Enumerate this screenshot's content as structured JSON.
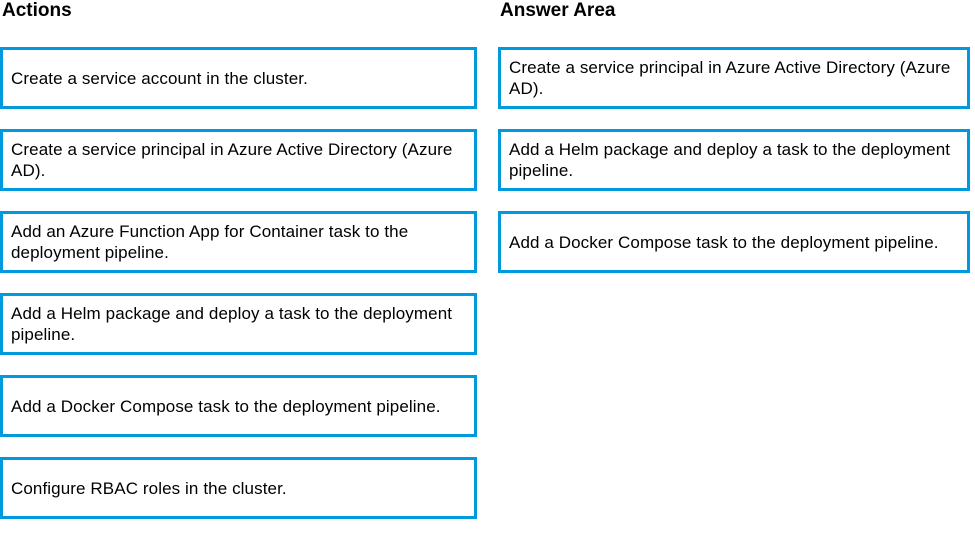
{
  "actions": {
    "heading": "Actions",
    "items": [
      "Create a service account in the cluster.",
      "Create a service principal in Azure Active Directory (Azure AD).",
      "Add an Azure Function App for Container task to the deployment pipeline.",
      "Add a Helm package and deploy a task to the deployment pipeline.",
      "Add a Docker Compose task to the deployment pipeline.",
      "Configure RBAC roles in the cluster."
    ]
  },
  "answer_area": {
    "heading": "Answer Area",
    "items": [
      "Create a service principal in Azure Active Directory (Azure AD).",
      "Add a Helm package and deploy a task to the deployment pipeline.",
      "Add a Docker Compose task to the deployment pipeline."
    ]
  },
  "colors": {
    "tile_border": "#0099dd",
    "tile_background": "#ffffff",
    "text": "#000000"
  }
}
